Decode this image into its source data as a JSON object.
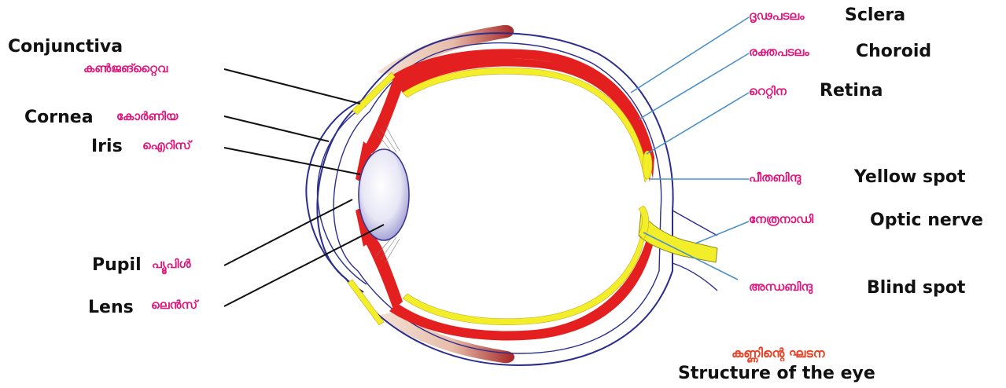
{
  "labels": {
    "conjunctiva": {
      "en": "Conjunctiva",
      "ml": "കൺജങ്റ്റൈവ"
    },
    "cornea": {
      "en": "Cornea",
      "ml": "കോർണിയ"
    },
    "iris": {
      "en": "Iris",
      "ml": "ഐറിസ്"
    },
    "pupil": {
      "en": "Pupil",
      "ml": "പ്യൂപിൾ"
    },
    "lens": {
      "en": "Lens",
      "ml": "ലെൻസ്"
    },
    "sclera": {
      "en": "Sclera",
      "ml": "ദൃഢപടലം"
    },
    "choroid": {
      "en": "Choroid",
      "ml": "രക്തപടലം"
    },
    "retina": {
      "en": "Retina",
      "ml": "റെറ്റിന"
    },
    "yellow_spot": {
      "en": "Yellow spot",
      "ml": "പീതബിന്ദു"
    },
    "optic_nerve": {
      "en": "Optic nerve",
      "ml": "നേത്രനാഡി"
    },
    "blind_spot": {
      "en": "Blind spot",
      "ml": "അന്ധബിന്ദു"
    }
  },
  "title": {
    "ml": "കണ്ണിന്റെ ഘടന",
    "en": "Structure of the eye"
  },
  "colors": {
    "choroid_red": "#e3201f",
    "retina_yellow": "#f2ef2a",
    "outline_blue": "#2b2e8c",
    "leader_blue": "#4a90c8",
    "muscle_red": "#a83232",
    "malayalam_pink": "#e0147a"
  }
}
